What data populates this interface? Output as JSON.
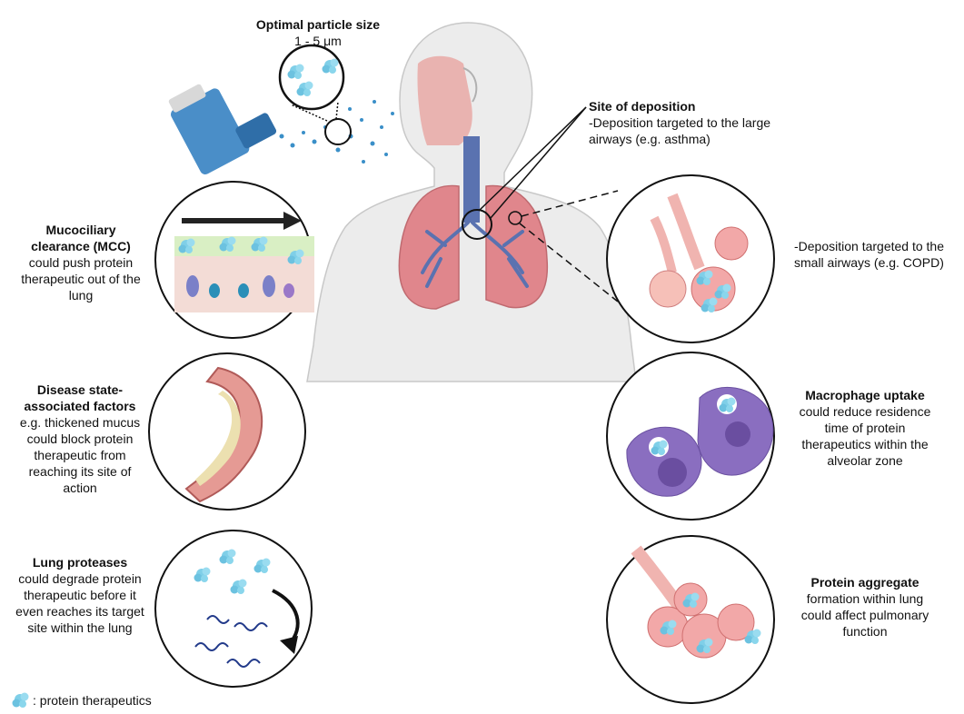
{
  "particle_size": {
    "title": "Optimal particle size",
    "range": "1 - 5 μm"
  },
  "deposition": {
    "title": "Site of deposition",
    "large_airways": "-Deposition targeted to the large airways (e.g. asthma)",
    "small_airways": "-Deposition targeted to the small airways (e.g. COPD)"
  },
  "mcc": {
    "title": "Mucociliary clearance (MCC)",
    "text": "could push protein therapeutic out of the lung"
  },
  "disease": {
    "title": "Disease state-associated factors",
    "text": "e.g. thickened mucus could block protein therapeutic from reaching its site of action"
  },
  "proteases": {
    "title": "Lung proteases",
    "text": "could degrade protein therapeutic before it even reaches its target site within the lung"
  },
  "macrophage": {
    "title": "Macrophage uptake",
    "text": "could reduce residence time of protein therapeutics within the alveolar zone"
  },
  "aggregate": {
    "title": "Protein aggregate",
    "text": "formation within lung could affect pulmonary function"
  },
  "legend": {
    "text": ": protein therapeutics"
  },
  "colors": {
    "protein": "#7fcfe8",
    "lung": "#e0868c",
    "airway": "#5a72b0",
    "macrophage": "#8a6ec0",
    "body": "#ececec",
    "inhaler": "#4a8ec8"
  }
}
